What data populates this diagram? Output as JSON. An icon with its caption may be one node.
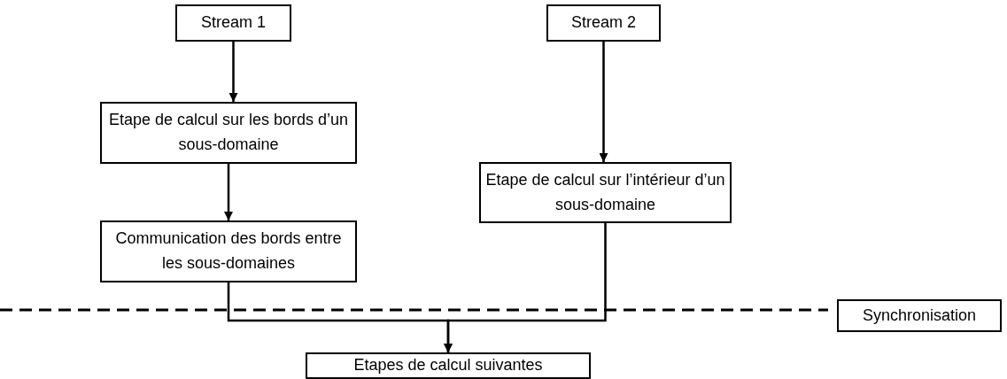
{
  "diagram": {
    "nodes": [
      {
        "text": [
          "Stream 1"
        ]
      },
      {
        "text": [
          "Etape de calcul sur les bords d’un sous-domaine"
        ]
      },
      {
        "text": [
          "Communication des bords entre les sous-domaines"
        ]
      },
      {
        "text": [
          "Stream 2"
        ]
      },
      {
        "text": [
          "Etape de calcul sur l’intérieur d’un sous-domaine"
        ]
      },
      {
        "text": [
          "Synchronisation"
        ]
      },
      {
        "text": [
          "Etapes de calcul suivantes"
        ]
      }
    ],
    "edges": [
      {
        "from": 0,
        "to": 1,
        "arrow": "to"
      },
      {
        "from": 1,
        "to": 2,
        "arrow": "to"
      },
      {
        "from": 3,
        "to": 4,
        "arrow": "to"
      },
      {
        "from": 2,
        "to": 6,
        "arrow": "to"
      },
      {
        "from": 4,
        "to": 6,
        "arrow": "to"
      }
    ]
  }
}
